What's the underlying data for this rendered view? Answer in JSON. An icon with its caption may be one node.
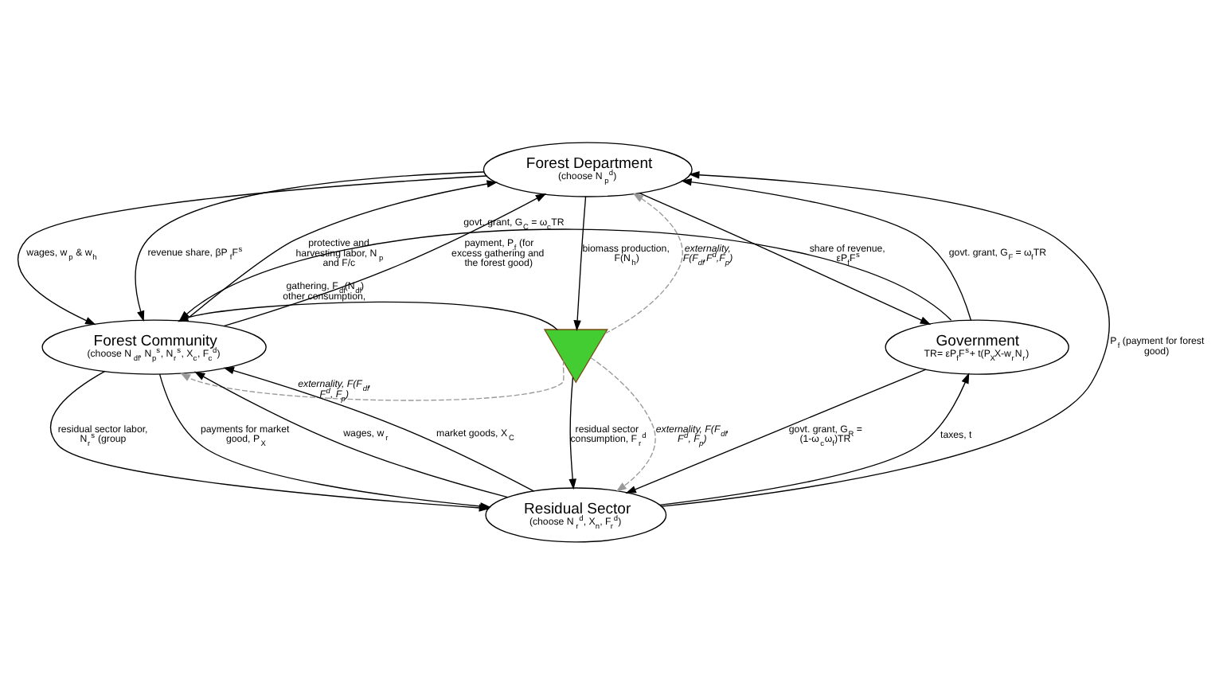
{
  "diagram": {
    "nodes": [
      {
        "text": [
          "Forest Department",
          "(choose N$_{p}$$^{d}$)"
        ]
      },
      {
        "text": [
          "Forest Community",
          "(choose N$_{df}$, N$_{p}$$^{s}$, N$_{r}$$^{s}$, X$_{c}$, F$_{c}$$^{d}$)"
        ]
      },
      {
        "text": [],
        "shape": "picture"
      },
      {
        "text": [
          "Government",
          "TR= εP$_{f}$F$^{s}$+ t(P$_{X}$X-w$_{r}$N$_{r}$)"
        ]
      },
      {
        "text": [
          "Residual Sector",
          "(choose N$_{r}$$^{d}$, X$_{n}$, F$_{r}$$^{d}$)"
        ]
      }
    ],
    "edges": [
      {
        "from": 1,
        "to": 0,
        "arrow": "to",
        "label": "protective and harvesting labor, N$_{p}$ and F/c"
      },
      {
        "from": 0,
        "to": 1,
        "arrow": "to",
        "label": "wages, w$_{p}$ & w$_{h}$"
      },
      {
        "from": 0,
        "to": 1,
        "arrow": "to",
        "label": "revenue share, βP$_{f}$F$^{s}$"
      },
      {
        "from": 1,
        "to": 0,
        "arrow": "to",
        "label": "payment, P$_{f}$ (for excess gathering and the forest good)"
      },
      {
        "from": 0,
        "to": 2,
        "arrow": "to",
        "label": "biomass production, F(N$_{h}$)"
      },
      {
        "from": 2,
        "to": 0,
        "arrow": "to",
        "style": "dashed",
        "color": "#999999",
        "label": "externality, F(F$_{df}$,F$^{d}$,F$_{p}$)"
      },
      {
        "from": 2,
        "to": 1,
        "arrow": "to",
        "label": "gathering, F$_{df}$(N$_{df}$) other consumption,"
      },
      {
        "from": 2,
        "to": 1,
        "arrow": "to",
        "style": "dashed",
        "color": "#999999",
        "label": "externality, F(F$_{df}$, F$^{d}$, F$_{p}$)"
      },
      {
        "from": 3,
        "to": 1,
        "arrow": "to",
        "label": "govt. grant, G$_{C}$ = ω$_{c}$TR"
      },
      {
        "from": 3,
        "to": 0,
        "arrow": "to",
        "label": "govt. grant, G$_{F}$ = ω$_{f}$TR"
      },
      {
        "from": 0,
        "to": 3,
        "arrow": "to",
        "label": "share of revenue, εP$_{f}$F$^{s}$"
      },
      {
        "from": 4,
        "to": 0,
        "arrow": "to",
        "label": "P$_{f}$ (payment for forest good)"
      },
      {
        "from": 2,
        "to": 4,
        "arrow": "to",
        "label": "residual sector consumption, F$_{r}$$^{d}$"
      },
      {
        "from": 2,
        "to": 4,
        "arrow": "to",
        "style": "dashed",
        "color": "#999999",
        "label": "externality, F(F$_{df}$, F$^{d}$, F$_{p}$)"
      },
      {
        "from": 1,
        "to": 4,
        "arrow": "to",
        "label": "residual sector labor, N$_{r}$$^{s}$ (group"
      },
      {
        "from": 4,
        "to": 1,
        "arrow": "to",
        "label": "wages, w$_{r}$"
      },
      {
        "from": 1,
        "to": 4,
        "arrow": "to",
        "label": "payments for market good, P$_{X}$"
      },
      {
        "from": 4,
        "to": 1,
        "arrow": "to",
        "label": "market goods, X$_{C}$"
      },
      {
        "from": 4,
        "to": 3,
        "arrow": "to",
        "label": "taxes, t"
      },
      {
        "from": 3,
        "to": 4,
        "arrow": "to",
        "label": "govt. grant, G$_{R}$ = (1-ω$_{c}$ω$_{f}$)TR"
      }
    ]
  }
}
